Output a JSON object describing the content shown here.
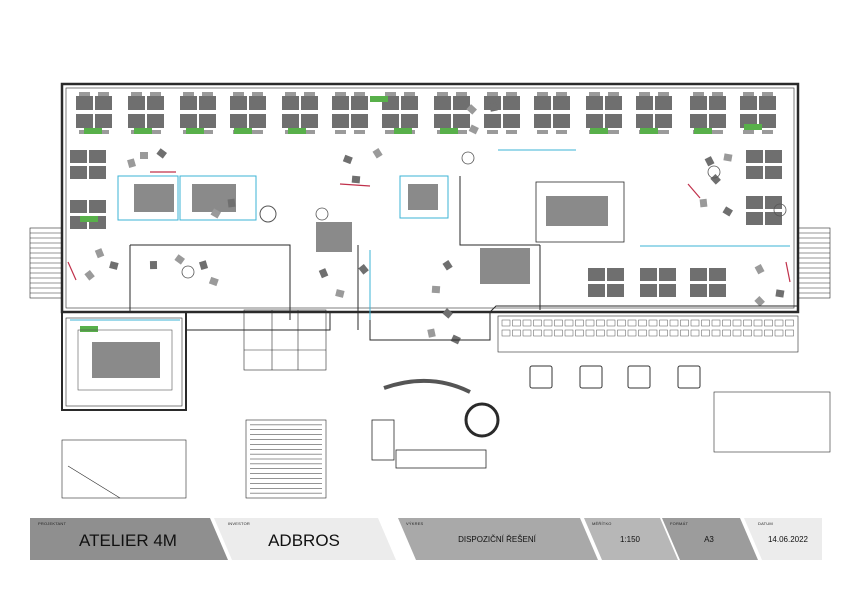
{
  "title_block": {
    "projektant": {
      "label": "PROJEKTANT",
      "value": "ATELIER 4M"
    },
    "investor": {
      "label": "INVESTOR",
      "value": "ADBROS"
    },
    "vykres": {
      "label": "VÝKRES",
      "value": "DISPOZIČNÍ ŘEŠENÍ"
    },
    "meritko": {
      "label": "MĚŘÍTKO",
      "value": "1:150"
    },
    "format": {
      "label": "FORMÁT",
      "value": "A3"
    },
    "datum": {
      "label": "DATUM",
      "value": "14.06.2022"
    }
  },
  "colors": {
    "wall": "#2a2a2a",
    "furniture": "#6f6f6f",
    "furniture_light": "#9a9a9a",
    "plant": "#58b04a",
    "glass": "#3bb3d6",
    "accent": "#c0304a",
    "tb_dark": "#8f8f8f",
    "tb_mid": "#a9a9a9",
    "tb_light": "#ececec"
  }
}
